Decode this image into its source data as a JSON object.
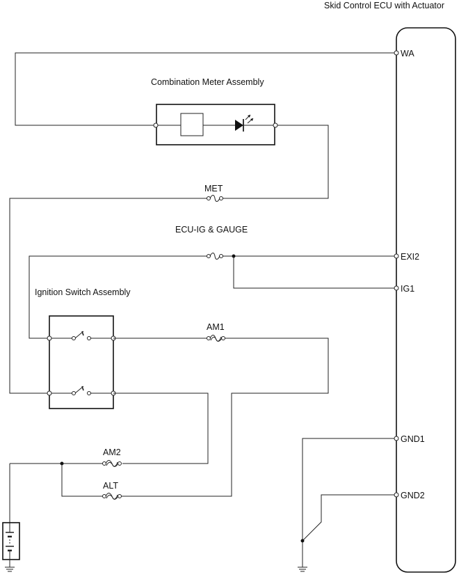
{
  "diagram": {
    "ecu_title": "Skid Control ECU with Actuator",
    "meter_title": "Combination Meter Assembly",
    "ignition_title": "Ignition Switch Assembly",
    "fuse_met": "MET",
    "fuse_ecu_ig": "ECU-IG & GAUGE",
    "fuse_am1": "AM1",
    "fuse_am2": "AM2",
    "fuse_alt": "ALT",
    "pins": {
      "wa": "WA",
      "exi2": "EXI2",
      "ig1": "IG1",
      "gnd1": "GND1",
      "gnd2": "GND2"
    }
  }
}
